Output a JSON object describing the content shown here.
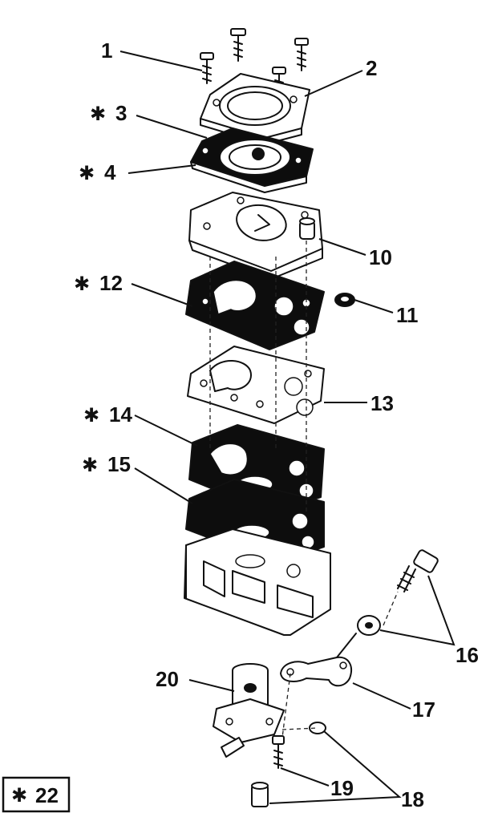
{
  "callouts": {
    "c1": "1",
    "c2": "2",
    "c3": "3",
    "c4": "4",
    "c10": "10",
    "c11": "11",
    "c12": "12",
    "c13": "13",
    "c14": "14",
    "c15": "15",
    "c16": "16",
    "c17": "17",
    "c18": "18",
    "c19": "19",
    "c20": "20",
    "c22": "22"
  },
  "markers": {
    "kit_symbol": "✱"
  },
  "colors": {
    "ink": "#111111",
    "paper": "#ffffff"
  }
}
